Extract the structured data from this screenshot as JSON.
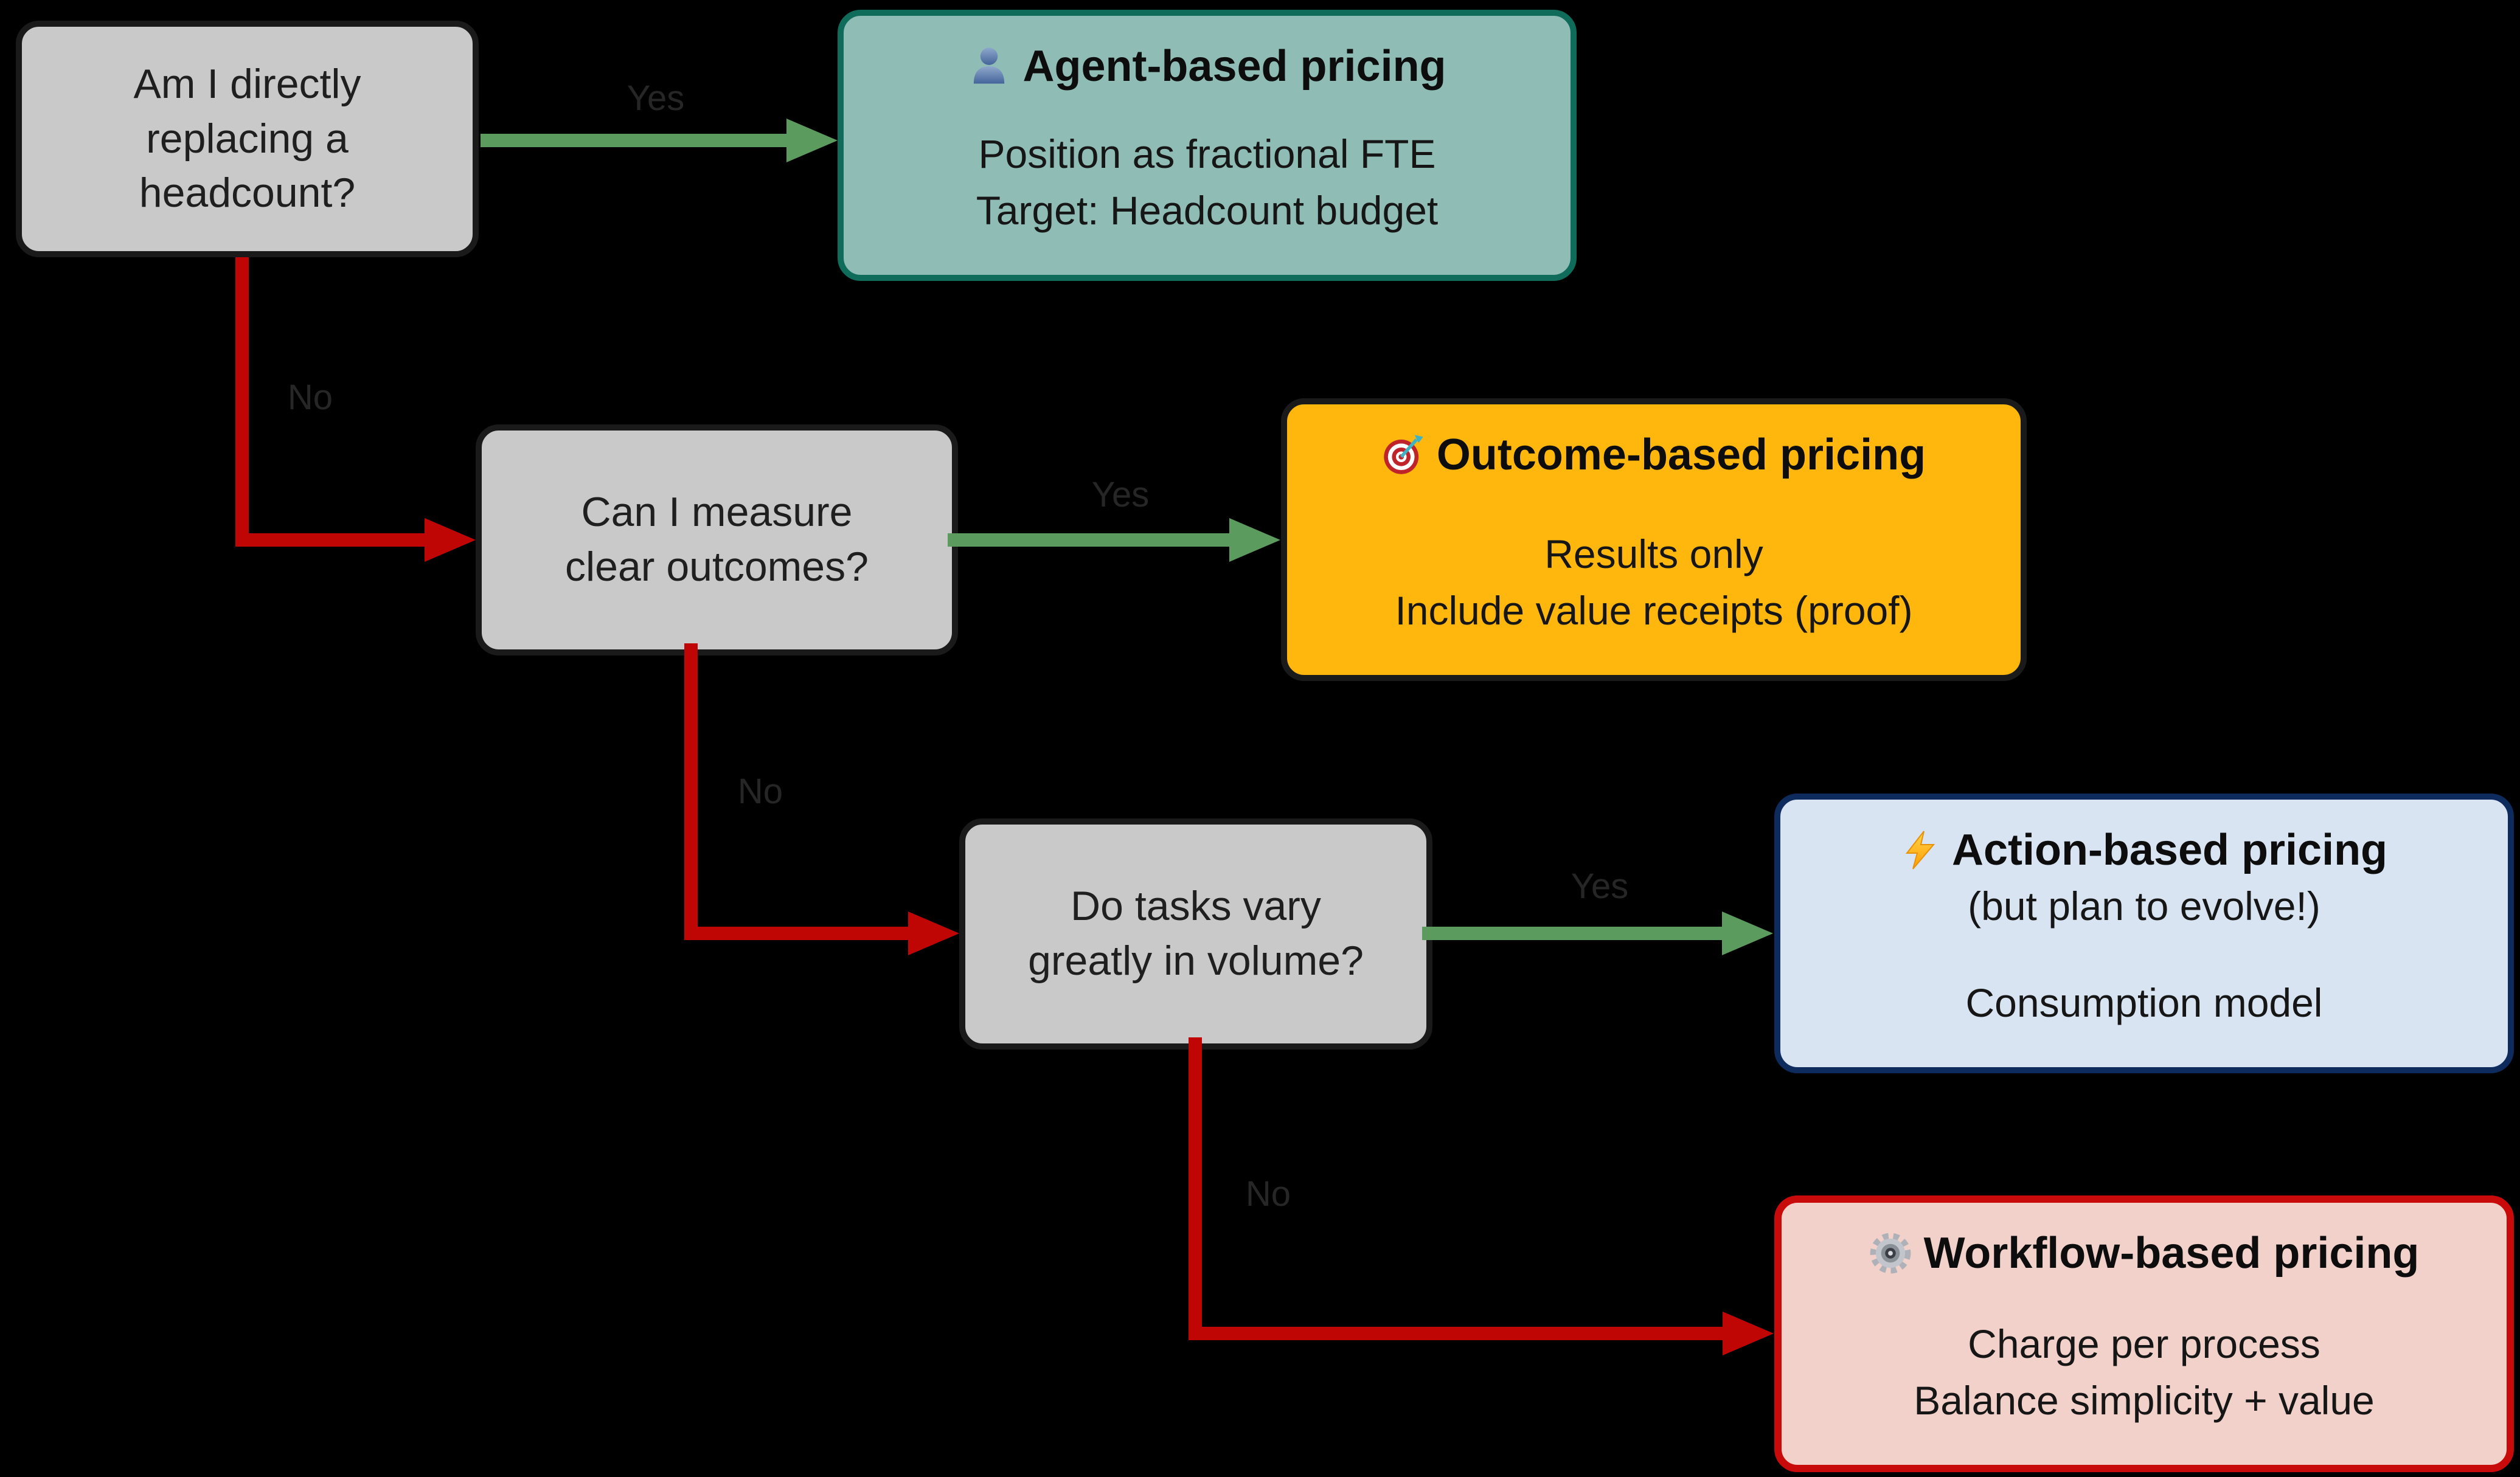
{
  "diagram": {
    "background": "#000000",
    "colors": {
      "yes_arrow_green": "#5B9C5E",
      "no_arrow_red": "#C00505",
      "question_box_fill": "#C9C9C9",
      "agent_box_fill": "#8FBCB5",
      "agent_box_border": "#0F6B5A",
      "outcome_box_fill": "#FFB70D",
      "action_box_fill": "#D9E4F3",
      "action_box_border": "#0E2B5E",
      "workflow_box_fill": "#F1D1C9",
      "workflow_box_border": "#C90A0A"
    }
  },
  "nodes": {
    "q1": {
      "lines": [
        "Am I directly",
        "replacing a",
        "headcount?"
      ]
    },
    "q2": {
      "lines": [
        "Can I measure",
        "clear outcomes?"
      ]
    },
    "q3": {
      "lines": [
        "Do tasks vary",
        "greatly in volume?"
      ]
    },
    "r1": {
      "icon": "person-icon",
      "title": "Agent-based pricing",
      "body": [
        "Position as fractional FTE",
        "Target: Headcount budget"
      ]
    },
    "r2": {
      "icon": "target-icon",
      "title": "Outcome-based pricing",
      "body": [
        "Results only",
        "Include value receipts (proof)"
      ]
    },
    "r3": {
      "icon": "lightning-icon",
      "title": "Action-based pricing",
      "subtitle": "(but plan to evolve!)",
      "body": [
        "Consumption model"
      ]
    },
    "r4": {
      "icon": "gear-icon",
      "title": "Workflow-based pricing",
      "body": [
        "Charge per process",
        "Balance simplicity + value"
      ]
    }
  },
  "edges": {
    "q1_yes": "Yes",
    "q1_no": "No",
    "q2_yes": "Yes",
    "q2_no": "No",
    "q3_yes": "Yes",
    "q3_no": "No"
  }
}
